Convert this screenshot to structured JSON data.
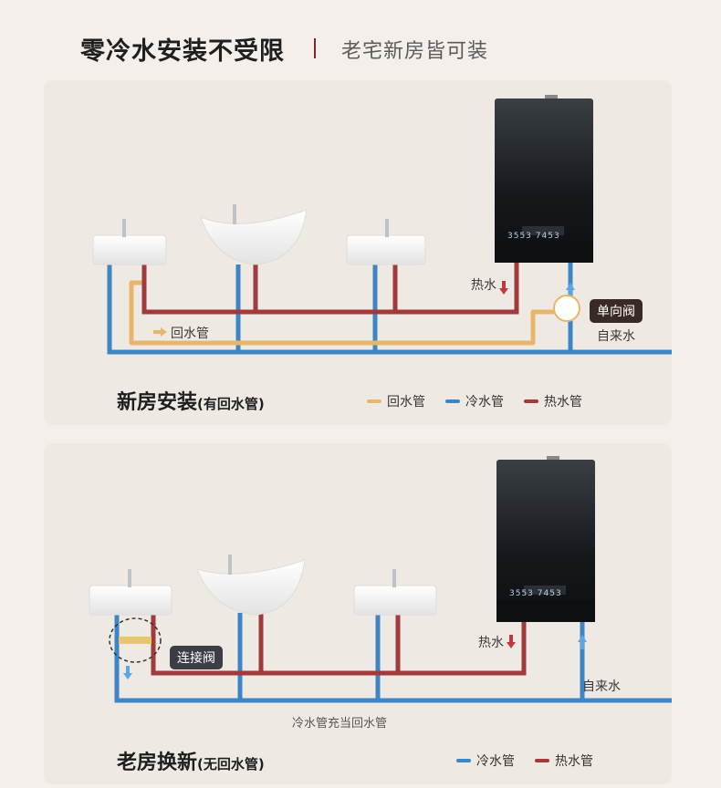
{
  "header": {
    "title": "零冷水安装不受限",
    "subtitle": "老宅新房皆可装"
  },
  "panel_new": {
    "title": "新房安装",
    "title_note": "(有回水管)",
    "hot_water_label": "热水",
    "return_pipe_label": "回水管",
    "check_valve_label": "单向阀",
    "tap_water_label": "自来水",
    "heater_display": "3553 7453",
    "legend": [
      {
        "label": "回水管",
        "color": "#e8b66a"
      },
      {
        "label": "冷水管",
        "color": "#3d86c6"
      },
      {
        "label": "热水管",
        "color": "#a2393b"
      }
    ]
  },
  "panel_old": {
    "title": "老房换新",
    "title_note": "(无回水管)",
    "hot_water_label": "热水",
    "connector_valve_label": "连接阀",
    "tap_water_label": "自来水",
    "cold_as_return_label": "冷水管充当回水管",
    "heater_display": "3553 7453",
    "legend": [
      {
        "label": "冷水管",
        "color": "#3d86c6"
      },
      {
        "label": "热水管",
        "color": "#a2393b"
      }
    ]
  },
  "colors": {
    "hot": "#a2393b",
    "cold": "#3d86c6",
    "return": "#e8b66a",
    "heater_dark": "#1f2226"
  }
}
